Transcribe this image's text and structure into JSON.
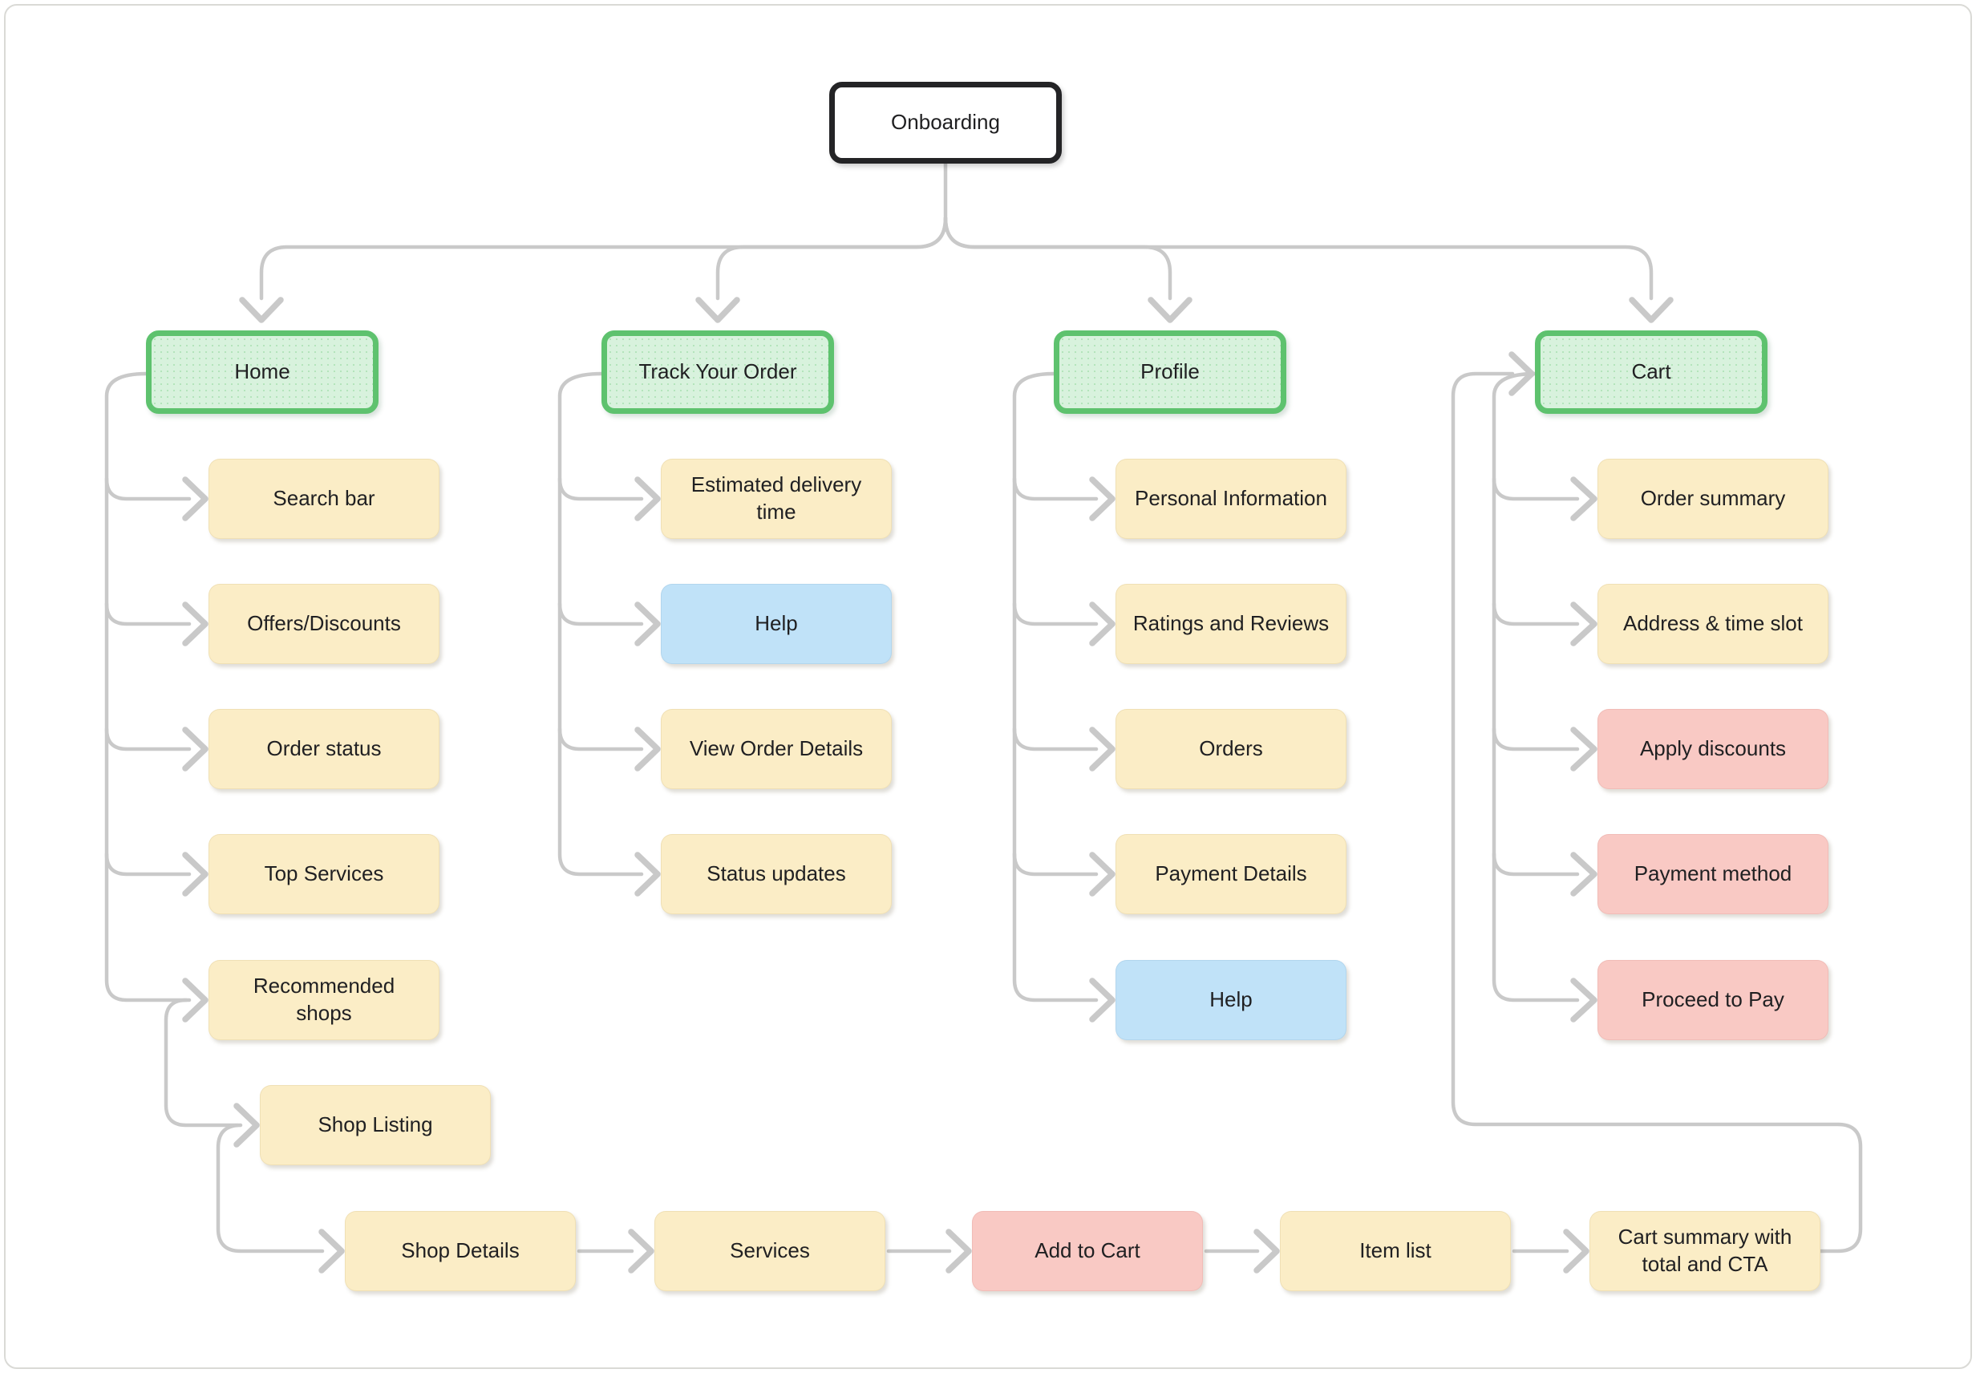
{
  "palette": {
    "green_fill": "#d8f2dd",
    "green_border": "#5ec26e",
    "yellow_fill": "#fbedc6",
    "blue_fill": "#c0e2f8",
    "pink_fill": "#f9c9c4",
    "connector": "#c9c9c9",
    "root_border": "#242426",
    "canvas_border": "#dadad6",
    "text": "#202022"
  },
  "nodes": {
    "onboarding": {
      "label": "Onboarding",
      "color": "white"
    },
    "home": {
      "label": "Home",
      "color": "green"
    },
    "track_your_order": {
      "label": "Track Your Order",
      "color": "green"
    },
    "profile": {
      "label": "Profile",
      "color": "green"
    },
    "cart": {
      "label": "Cart",
      "color": "green"
    },
    "search_bar": {
      "label": "Search bar",
      "color": "yellow"
    },
    "offers_discounts": {
      "label": "Offers/Discounts",
      "color": "yellow"
    },
    "order_status": {
      "label": "Order status",
      "color": "yellow"
    },
    "top_services": {
      "label": "Top Services",
      "color": "yellow"
    },
    "recommended_shops": {
      "label": "Recommended\nshops",
      "color": "yellow"
    },
    "shop_listing": {
      "label": "Shop Listing",
      "color": "yellow"
    },
    "shop_details": {
      "label": "Shop Details",
      "color": "yellow"
    },
    "services": {
      "label": "Services",
      "color": "yellow"
    },
    "add_to_cart": {
      "label": "Add to Cart",
      "color": "pink"
    },
    "item_list": {
      "label": "Item list",
      "color": "yellow"
    },
    "cart_summary": {
      "label": "Cart summary with\ntotal and CTA",
      "color": "yellow"
    },
    "estimated_delivery_time": {
      "label": "Estimated delivery\ntime",
      "color": "yellow"
    },
    "help_track": {
      "label": "Help",
      "color": "blue"
    },
    "view_order_details": {
      "label": "View Order Details",
      "color": "yellow"
    },
    "status_updates": {
      "label": "Status updates",
      "color": "yellow"
    },
    "personal_information": {
      "label": "Personal Information",
      "color": "yellow"
    },
    "ratings_and_reviews": {
      "label": "Ratings and Reviews",
      "color": "yellow"
    },
    "orders": {
      "label": "Orders",
      "color": "yellow"
    },
    "payment_details": {
      "label": "Payment Details",
      "color": "yellow"
    },
    "help_profile": {
      "label": "Help",
      "color": "blue"
    },
    "order_summary": {
      "label": "Order summary",
      "color": "yellow"
    },
    "address_time_slot": {
      "label": "Address & time slot",
      "color": "yellow"
    },
    "apply_discounts": {
      "label": "Apply discounts",
      "color": "pink"
    },
    "payment_method": {
      "label": "Payment method",
      "color": "pink"
    },
    "proceed_to_pay": {
      "label": "Proceed to Pay",
      "color": "pink"
    }
  },
  "edges": [
    "onboarding->home",
    "onboarding->track_your_order",
    "onboarding->profile",
    "onboarding->cart",
    "home->search_bar",
    "home->offers_discounts",
    "home->order_status",
    "home->top_services",
    "home->recommended_shops",
    "recommended_shops->shop_listing",
    "shop_listing->shop_details",
    "shop_details->services",
    "services->add_to_cart",
    "add_to_cart->item_list",
    "item_list->cart_summary",
    "cart_summary->cart",
    "track_your_order->estimated_delivery_time",
    "track_your_order->help_track",
    "track_your_order->view_order_details",
    "track_your_order->status_updates",
    "profile->personal_information",
    "profile->ratings_and_reviews",
    "profile->orders",
    "profile->payment_details",
    "profile->help_profile",
    "cart->order_summary",
    "cart->address_time_slot",
    "cart->apply_discounts",
    "cart->payment_method",
    "cart->proceed_to_pay"
  ]
}
